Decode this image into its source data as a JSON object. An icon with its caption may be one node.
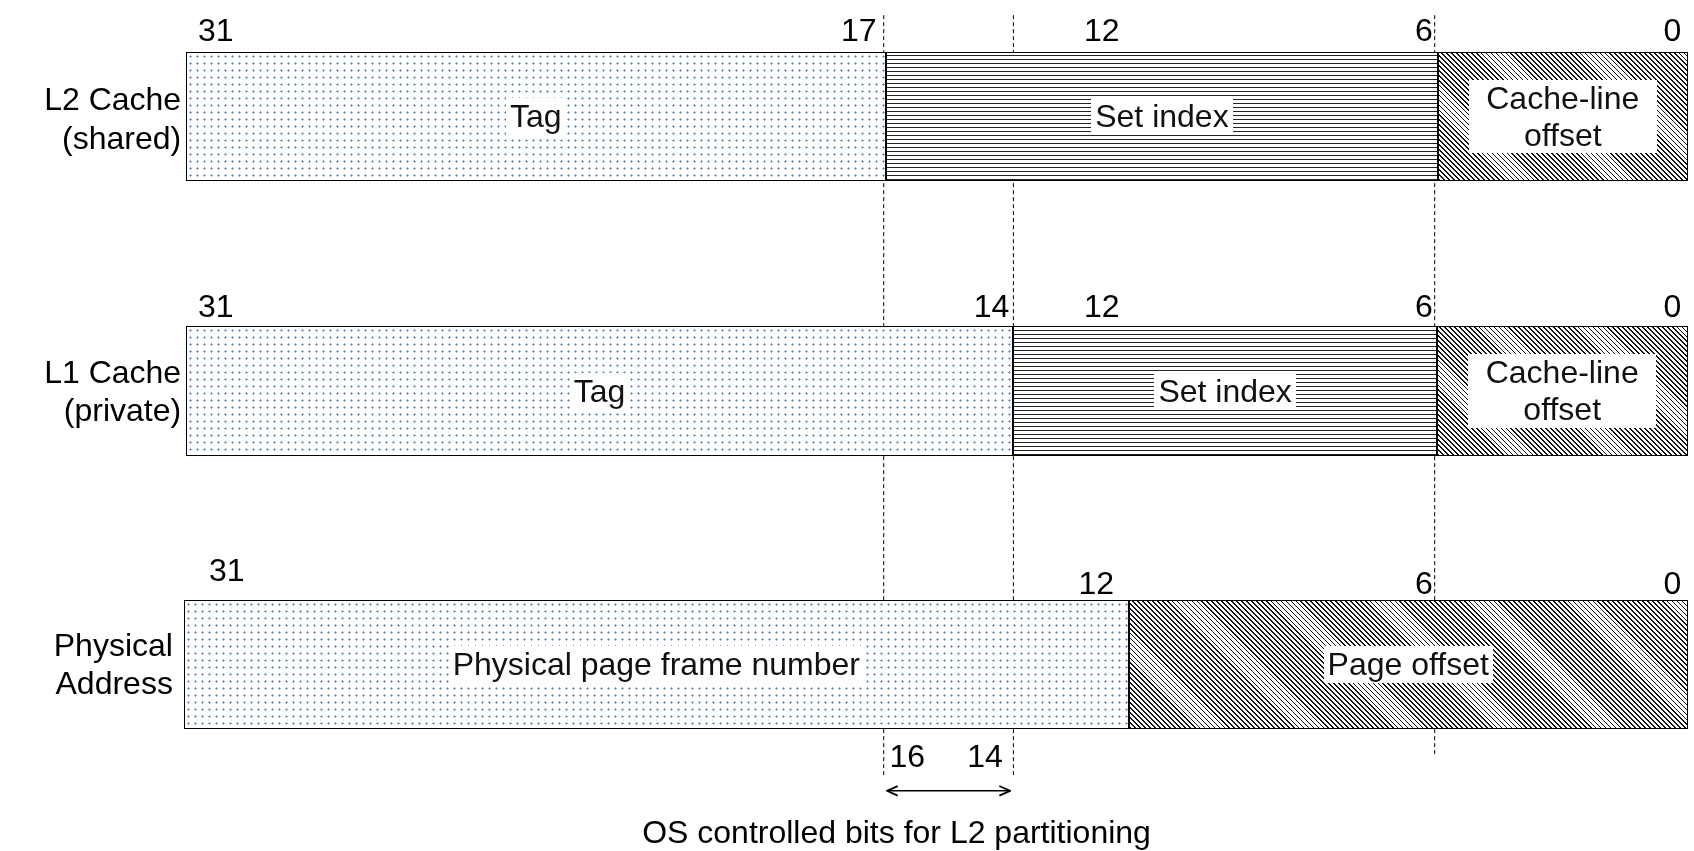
{
  "diagram": {
    "nodes": [
      {
        "text": [
          "Tag"
        ]
      },
      {
        "text": [
          "Set index"
        ]
      },
      {
        "text": [
          "Cache-line offset"
        ]
      },
      {
        "text": [
          "Tag"
        ]
      },
      {
        "text": [
          "Set index"
        ]
      },
      {
        "text": [
          "Cache-line offset"
        ]
      },
      {
        "text": [
          "Physical page frame number"
        ]
      },
      {
        "text": [
          "Page offset"
        ]
      }
    ],
    "labels": [
      "31",
      "17",
      "12",
      "6",
      "0",
      "L2 Cache (shared)",
      "31",
      "14",
      "12",
      "6",
      "0",
      "L1 Cache (private)",
      "31",
      "12",
      "6",
      "0",
      "Physical Address",
      "16",
      "14",
      "OS controlled bits for L2 partitioning"
    ]
  }
}
